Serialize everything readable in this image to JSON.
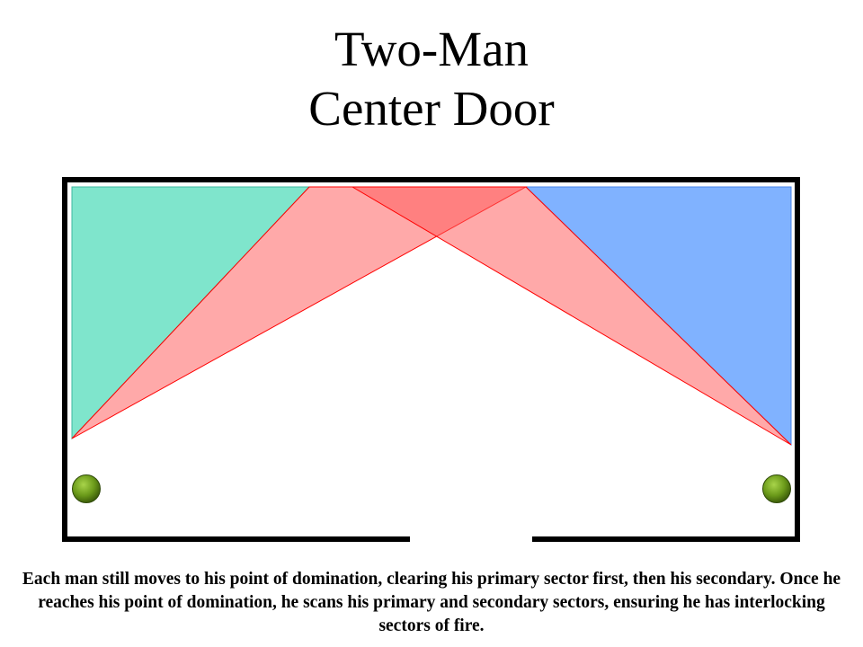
{
  "title": {
    "line1": "Two-Man",
    "line2": "Center Door"
  },
  "caption": "Each man still moves to his point of domination, clearing his primary sector first, then his secondary.  Once he reaches his point of domination, he scans his primary and secondary sectors, ensuring he has interlocking sectors of fire.",
  "colors": {
    "left_primary_sector": "#7fe5cc",
    "right_primary_sector": "#80b2ff",
    "secondary_sector": "#ff5a5a",
    "secondary_sector_edge": "#ff0000",
    "room_wall": "#000000",
    "man_marker": "#6b9a1a"
  }
}
